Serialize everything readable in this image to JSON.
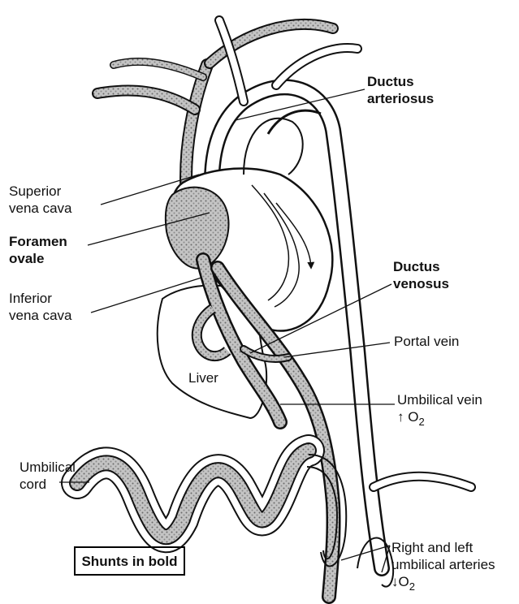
{
  "labels": {
    "ductus_arteriosus_1": "Ductus",
    "ductus_arteriosus_2": "arteriosus",
    "superior_vena_cava_1": "Superior",
    "superior_vena_cava_2": "vena cava",
    "foramen_ovale_1": "Foramen",
    "foramen_ovale_2": "ovale",
    "ductus_venosus_1": "Ductus",
    "ductus_venosus_2": "venosus",
    "inferior_vena_cava_1": "Inferior",
    "inferior_vena_cava_2": "vena cava",
    "portal_vein": "Portal vein",
    "liver": "Liver",
    "umbilical_vein": "Umbilical vein",
    "umbilical_vein_o2_arrow": "↑",
    "umbilical_cord_1": "Umbilical",
    "umbilical_cord_2": "cord",
    "arteries_1": "Right and left",
    "arteries_2": "umbilical arteries",
    "arteries_o2_arrow": "↓",
    "o2_letter": "O",
    "o2_sub": "2"
  },
  "key": {
    "text": "Shunts in bold"
  },
  "colors": {
    "oxygenated_fill": "#b9b9b9",
    "stroke": "#111111"
  }
}
